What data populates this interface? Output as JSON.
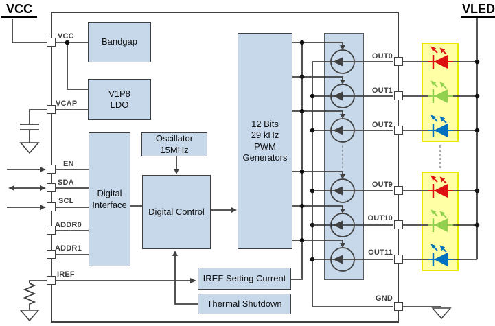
{
  "rails": {
    "vcc": "VCC",
    "vled": "VLED"
  },
  "blocks": {
    "bandgap": "Bandgap",
    "ldo": "V1P8\nLDO",
    "digital_interface": "Digital\nInterface",
    "oscillator": "Oscillator\n15MHz",
    "digital_control": "Digital Control",
    "pwm_generators": "12 Bits\n29 kHz\nPWM\nGenerators",
    "iref_setting": "IREF Setting Current",
    "thermal_shutdown": "Thermal Shutdown"
  },
  "pins": {
    "left": [
      {
        "label": "VCC"
      },
      {
        "label": "VCAP"
      },
      {
        "label": "EN"
      },
      {
        "label": "SDA"
      },
      {
        "label": "SCL"
      },
      {
        "label": "ADDR0"
      },
      {
        "label": "ADDR1"
      },
      {
        "label": "IREF"
      }
    ],
    "right": [
      {
        "label": "OUT0"
      },
      {
        "label": "OUT1"
      },
      {
        "label": "OUT2"
      },
      {
        "label": "OUT9"
      },
      {
        "label": "OUT10"
      },
      {
        "label": "OUT11"
      },
      {
        "label": "GND"
      }
    ]
  },
  "leds": {
    "items": [
      {
        "out": "OUT0",
        "color": "#dd1111"
      },
      {
        "out": "OUT1",
        "color": "#92d050"
      },
      {
        "out": "OUT2",
        "color": "#0070c0"
      },
      {
        "out": "OUT9",
        "color": "#dd1111"
      },
      {
        "out": "OUT10",
        "color": "#92d050"
      },
      {
        "out": "OUT11",
        "color": "#0070c0"
      }
    ]
  },
  "colors": {
    "block_fill": "#c6d8ea",
    "block_border": "#3f3f3f",
    "wire": "#404040",
    "led_panel_fill": "#ffffa6",
    "led_panel_border": "#e8e800",
    "led_red": "#dd1111",
    "led_green": "#92d050",
    "led_blue": "#0070c0"
  }
}
